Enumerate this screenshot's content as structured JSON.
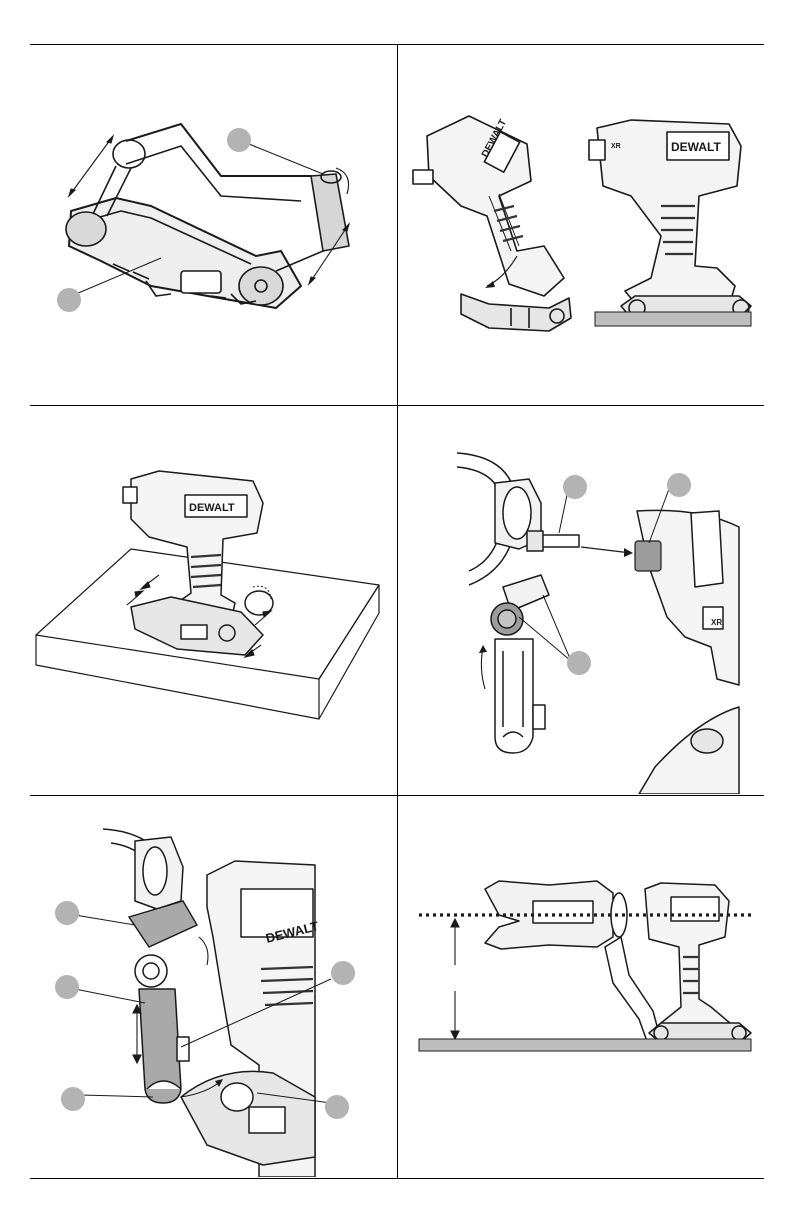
{
  "brand": {
    "logo_text": "DEWALT",
    "badge_text": "XR"
  },
  "colors": {
    "line": "#1a1a1a",
    "gray_fill": "#a9a9a9",
    "light_gray": "#d6d6d6",
    "ground": "#bdbdbd",
    "callout": "#b3b3b3"
  },
  "figures": [
    {
      "icon": "stabilizer-base-frame"
    },
    {
      "icon": "drill-attach-to-base"
    },
    {
      "icon": "drill-on-base-tabletop"
    },
    {
      "icon": "arm-bit-insertion"
    },
    {
      "icon": "arm-adjustment-callouts"
    },
    {
      "icon": "height-alignment-dotted"
    }
  ]
}
